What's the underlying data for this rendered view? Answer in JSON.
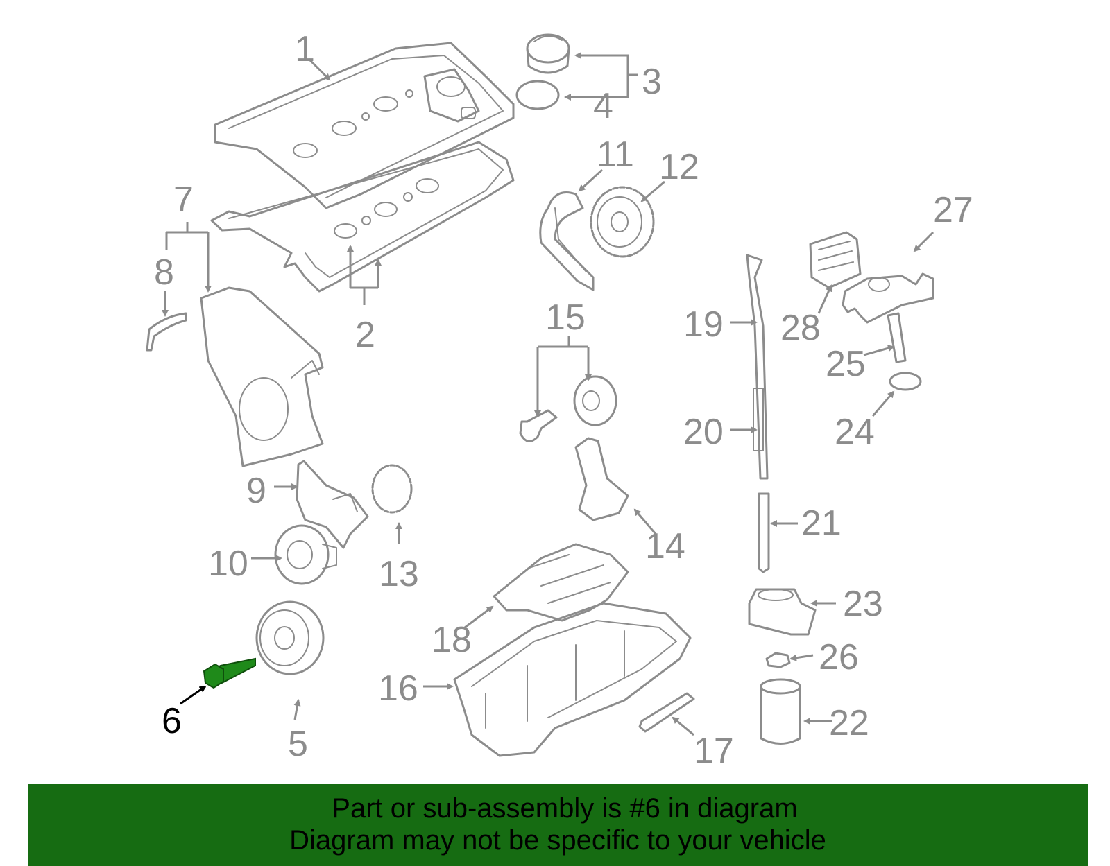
{
  "colors": {
    "part_stroke": "#8c8c8c",
    "highlight_part": "#1f8a1a",
    "banner_background": "#166c12",
    "banner_text": "#000000"
  },
  "callouts": {
    "c1": "1",
    "c2": "2",
    "c3": "3",
    "c4": "4",
    "c5": "5",
    "c6": "6",
    "c7": "7",
    "c8": "8",
    "c9": "9",
    "c10": "10",
    "c11": "11",
    "c12": "12",
    "c13": "13",
    "c14": "14",
    "c15": "15",
    "c16": "16",
    "c17": "17",
    "c18": "18",
    "c19": "19",
    "c20": "20",
    "c21": "21",
    "c22": "22",
    "c23": "23",
    "c24": "24",
    "c25": "25",
    "c26": "26",
    "c27": "27",
    "c28": "28"
  },
  "highlighted_part": "6",
  "banner": {
    "line1": "Part or sub-assembly is #6 in diagram",
    "line2": "Diagram may not be specific to your vehicle"
  }
}
